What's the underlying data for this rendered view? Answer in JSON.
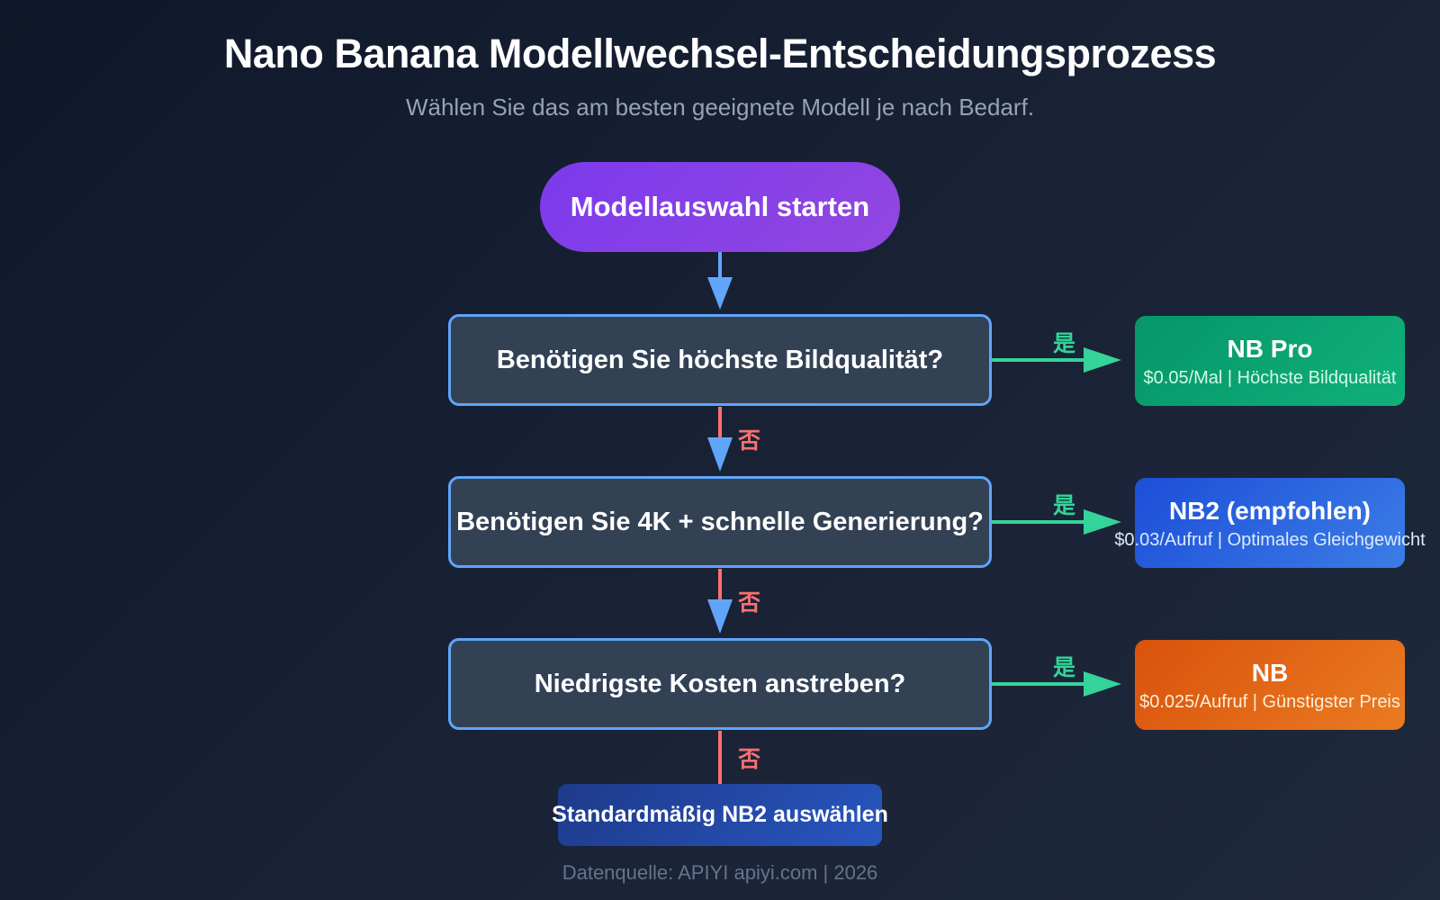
{
  "header": {
    "title": "Nano Banana Modellwechsel-Entscheidungsprozess",
    "subtitle": "Wählen Sie das am besten geeignete Modell je nach Bedarf."
  },
  "flow": {
    "start": "Modellauswahl starten",
    "decisions": [
      "Benötigen Sie höchste Bildqualität?",
      "Benötigen Sie 4K + schnelle Generierung?",
      "Niedrigste Kosten anstreben?"
    ],
    "results": [
      {
        "name": "NB Pro",
        "desc": "$0.05/Mal | Höchste Bildqualität",
        "color": "#059669"
      },
      {
        "name": "NB2 (empfohlen)",
        "desc": "$0.03/Aufruf | Optimales Gleichgewicht",
        "color": "#1d4ed8"
      },
      {
        "name": "NB",
        "desc": "$0.025/Aufruf | Günstigster Preis",
        "color": "#ea580c"
      }
    ],
    "default": "Standardmäßig NB2 auswählen",
    "yes_label": "是",
    "no_label": "否"
  },
  "colors": {
    "decision_border": "#60a5fa",
    "yes_arrow": "#34d399",
    "no_line": "#f87171",
    "down_arrow": "#60a5fa"
  },
  "footer": "Datenquelle: APIYI apiyi.com | 2026"
}
